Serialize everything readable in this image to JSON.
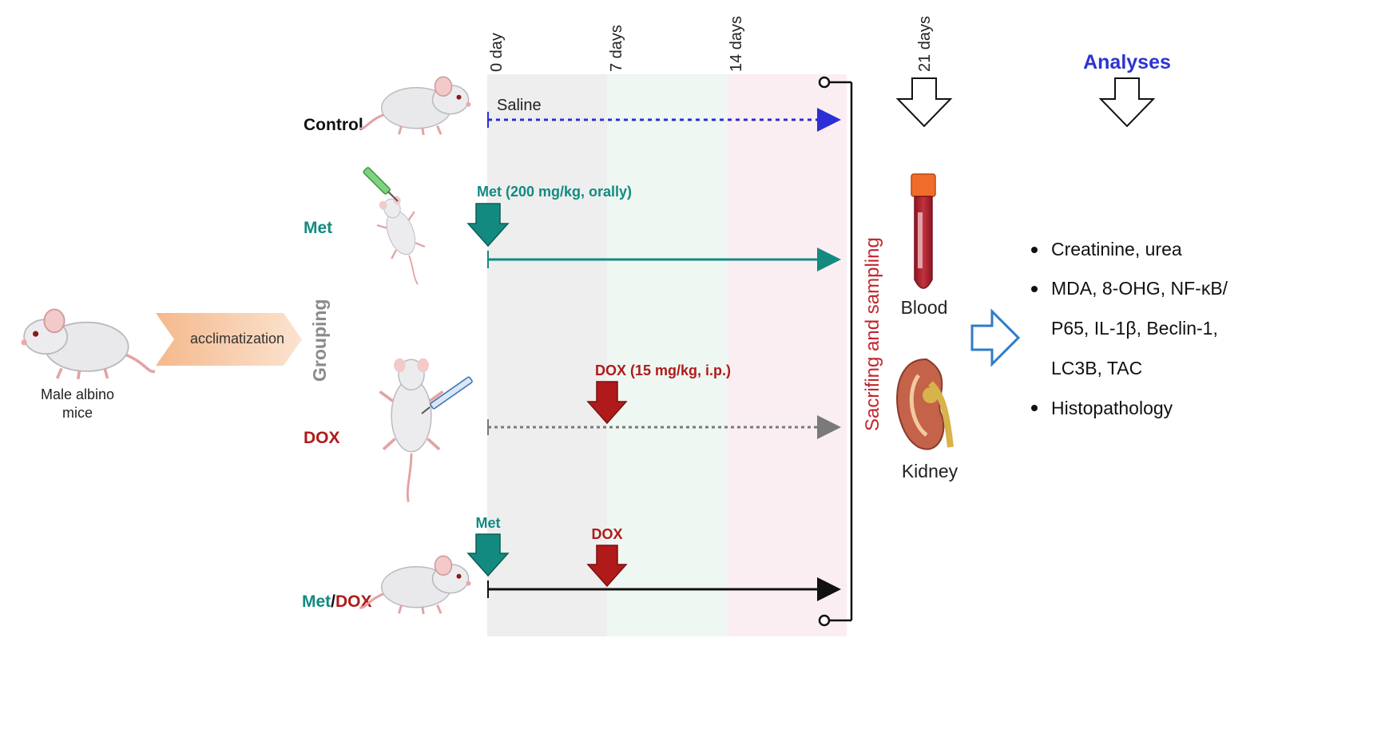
{
  "colors": {
    "teal": "#138a80",
    "red": "#b01a1a",
    "blue": "#2c2fd6",
    "gray": "#7a7a7a",
    "black": "#111111",
    "acclimatization_fill": "#f6c9a6",
    "band_day0_7": "#eeeeee",
    "band_day7_14": "#eef7f2",
    "band_day14_21": "#fbeef3",
    "sacrifice_text": "#c0262d",
    "analyses_title": "#2d33d3",
    "open_arrow_blue": "#2f7cc7"
  },
  "left": {
    "mouse_label_line1": "Male albino",
    "mouse_label_line2": "mice",
    "acclimatization": "acclimatization",
    "grouping": "Grouping"
  },
  "timeline": {
    "day0": "0 day",
    "day7": "7 days",
    "day14": "14 days",
    "day21": "21 days"
  },
  "groups": {
    "control": "Control",
    "met": "Met",
    "dox": "DOX",
    "metdox_met": "Met",
    "metdox_slash": "/",
    "metdox_dox": "DOX"
  },
  "treatments": {
    "saline": "Saline",
    "met_dose": "Met (200 mg/kg, orally)",
    "dox_dose": "DOX (15 mg/kg, i.p.)",
    "combo_met": "Met",
    "combo_dox": "DOX"
  },
  "sacrifice": "Sacrifing and sampling",
  "samples": {
    "blood": "Blood",
    "kidney": "Kidney"
  },
  "analyses": {
    "title": "Analyses",
    "line1": "Creatinine, urea",
    "line2": "MDA, 8-OHG, NF-κB/",
    "line3": "P65, IL-1β, Beclin-1,",
    "line4": "LC3B, TAC",
    "line5": "Histopathology"
  },
  "icons": [
    "mouse-icon",
    "syringe-icon",
    "blood-tube-icon",
    "kidney-icon",
    "down-arrow-icon",
    "right-arrow-icon"
  ]
}
